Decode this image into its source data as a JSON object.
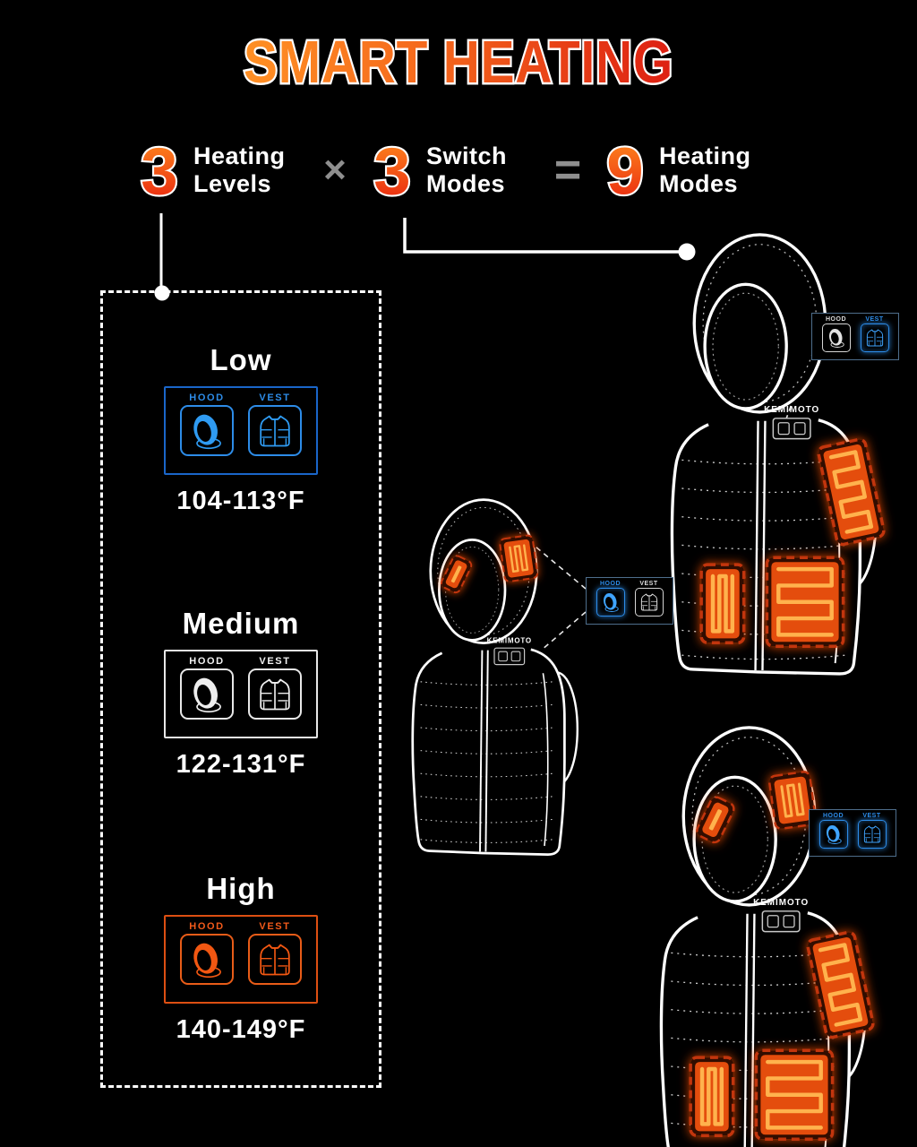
{
  "title": "SMART HEATING",
  "formula": {
    "multiply": "×",
    "equals": "=",
    "groups": [
      {
        "number": "3",
        "line1": "Heating",
        "line2": "Levels"
      },
      {
        "number": "3",
        "line1": "Switch",
        "line2": "Modes"
      },
      {
        "number": "9",
        "line1": "Heating",
        "line2": "Modes"
      }
    ]
  },
  "levels": [
    {
      "name": "Low",
      "hood_label": "HOOD",
      "vest_label": "VEST",
      "temperature": "104-113°F",
      "accent": "#2d8ce8"
    },
    {
      "name": "Medium",
      "hood_label": "HOOD",
      "vest_label": "VEST",
      "temperature": "122-131°F",
      "accent": "#ffffff"
    },
    {
      "name": "High",
      "hood_label": "HOOD",
      "vest_label": "VEST",
      "temperature": "140-149°F",
      "accent": "#f05a1a"
    }
  ],
  "vests": [
    {
      "brand": "KEMIMOTO",
      "heated_zones": [
        "vest"
      ],
      "callout": {
        "hood_label": "HOOD",
        "vest_label": "VEST",
        "hood_active": false,
        "vest_active": true
      }
    },
    {
      "brand": "KEMIMOTO",
      "heated_zones": [
        "hood"
      ],
      "callout": {
        "hood_label": "HOOD",
        "vest_label": "VEST",
        "hood_active": true,
        "vest_active": false
      }
    },
    {
      "brand": "KEMIMOTO",
      "heated_zones": [
        "hood",
        "vest"
      ],
      "callout": {
        "hood_label": "HOOD",
        "vest_label": "VEST",
        "hood_active": true,
        "vest_active": true
      }
    }
  ],
  "colors": {
    "background": "#000000",
    "active_blue": "#2d8ce8",
    "heat_orange": "#ff5a00",
    "pad_fill": "#e44e0a",
    "coil": "#ffb24d",
    "title_gradient_start": "#ff9024",
    "title_gradient_end": "#dd1f12"
  }
}
